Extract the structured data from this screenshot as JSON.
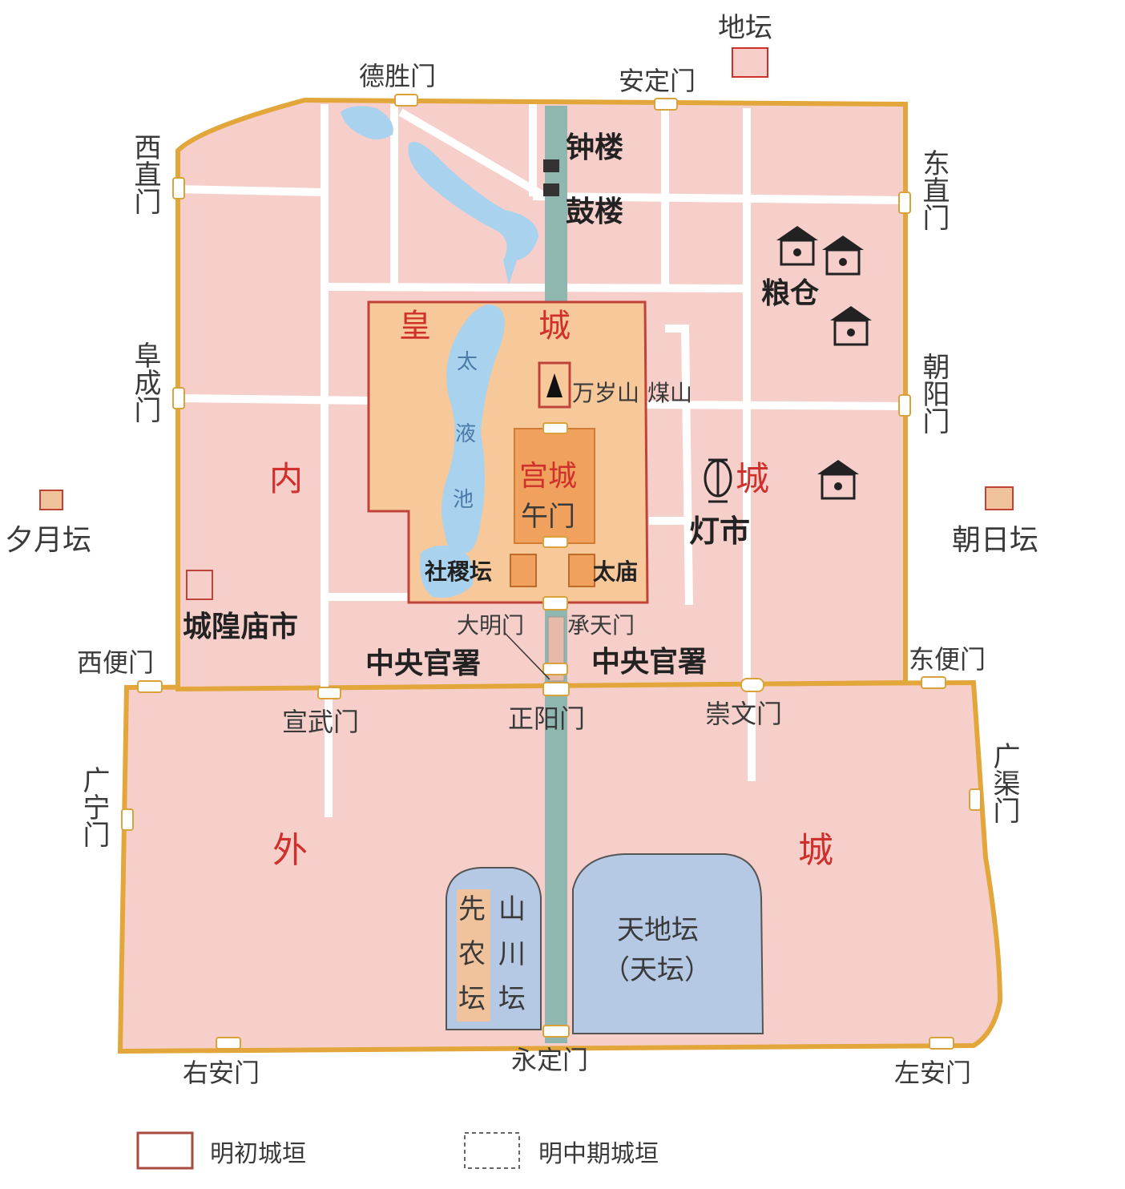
{
  "map": {
    "colors": {
      "inner_city": "#f6cfca",
      "outer_city": "#f6cfca",
      "wall": "#e2a63a",
      "imperial_city": "#f7c89a",
      "palace_city": "#f0a15d",
      "water": "#a9d2ee",
      "axis": "#8fb7b0",
      "temple": "#b6c9e4",
      "road": "#ffffff",
      "red_text": "#d0302c"
    },
    "gates": {
      "desheng": "德胜门",
      "anding": "安定门",
      "xizhi": "西直门",
      "dongzhi": "东直门",
      "fucheng": "阜成门",
      "chaoyang": "朝阳门",
      "xibian": "西便门",
      "dongbian": "东便门",
      "xuanwu": "宣武门",
      "zhengyang": "正阳门",
      "chongwen": "崇文门",
      "guangning": "广宁门",
      "guangqu": "广渠门",
      "youan": "右安门",
      "yongding": "永定门",
      "zuoan": "左安门",
      "daming": "大明门",
      "chengtian": "承天门",
      "wu": "午门"
    },
    "altars": {
      "di": "地坛",
      "yue": "夕月坛",
      "ri": "朝日坛",
      "sheji": "社稷坛",
      "taimiao": "太庙",
      "tiandi": "天地坛",
      "tian": "（天坛）",
      "xiannong_1": "先",
      "xiannong_2": "农",
      "xiannong_3": "坛",
      "shanchuan_1": "山",
      "shanchuan_2": "川",
      "shanchuan_3": "坛"
    },
    "places": {
      "zhonglou": "钟楼",
      "gulou": "鼓楼",
      "liangcang": "粮仓",
      "wansuishan": "万岁山",
      "meishan": "煤山",
      "dengshi": "灯市",
      "chenghuang": "城隍庙市",
      "guanshu_w": "中央官署",
      "guanshu_e": "中央官署",
      "taiye_1": "太",
      "taiye_2": "液",
      "taiye_3": "池"
    },
    "regions": {
      "huang": "皇",
      "cheng": "城",
      "gongcheng": "宫城",
      "nei": "内",
      "neicheng": "城",
      "wai": "外",
      "waicheng": "城"
    },
    "legend": {
      "early": "明初城垣",
      "mid": "明中期城垣"
    }
  }
}
